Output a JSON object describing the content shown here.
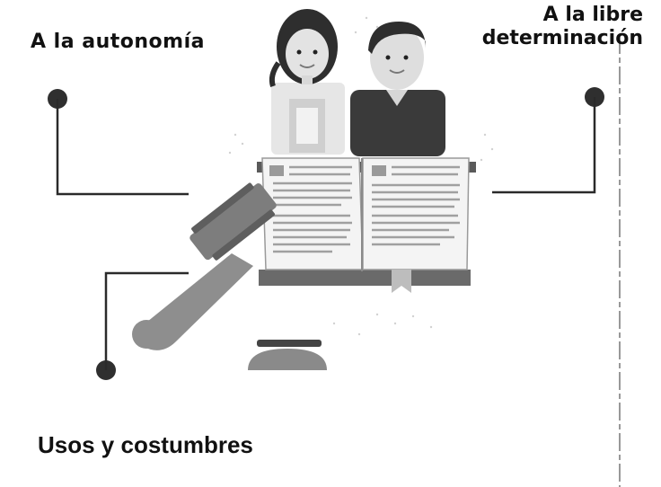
{
  "labels": {
    "autonomy": "A la autonomía",
    "libre_line1": "A la libre",
    "libre_line2": "determinación",
    "usos": "Usos y costumbres"
  },
  "colors": {
    "connector": "#2a2a2a",
    "node": "#2f2f2f",
    "gavel": "#8a8a8a",
    "book_page": "#f4f4f4",
    "book_text": "#9a9a9a",
    "person_dark": "#3a3a3a",
    "person_skin": "#dedede"
  },
  "icons": {
    "figure": "book-gavel-people-illustration"
  }
}
